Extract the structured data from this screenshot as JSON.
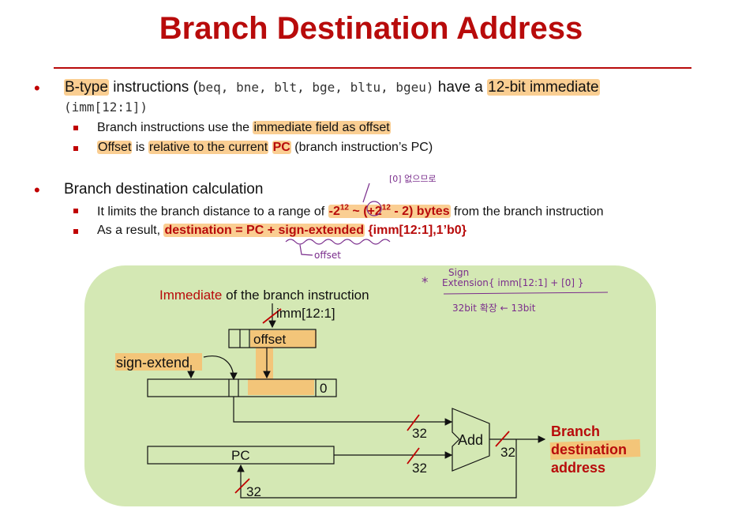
{
  "title": "Branch Destination Address",
  "bullet1": {
    "hl_a": "B-type",
    "text_a": " instructions (",
    "mnemonics": "beq, bne, blt, bge, bltu, bgeu)",
    "text_b": " have a ",
    "hl_b": "12-bit immediate",
    "line2": "(imm[12:1])",
    "sub1": {
      "text_a": "Branch instructions use the ",
      "hl": "immediate field as offset"
    },
    "sub2": {
      "hl_a": "Offset",
      "text_a": " is ",
      "hl_b": "relative to the current",
      "red": "PC",
      "text_b": " (branch instruction’s PC)"
    }
  },
  "bullet2": {
    "text": "Branch destination calculation",
    "sub1": {
      "text_a": "It limits the branch distance to a range of ",
      "range_a": "-2",
      "exp_a": "12",
      "range_b": " ~ (+2",
      "exp_b": "12",
      "range_c": " - 2) bytes",
      "text_b": " from the branch instruction"
    },
    "sub2": {
      "text_a": "As a result, ",
      "formula": "destination = PC + sign-extended",
      "formula_tail": " {imm[12:1],1’b0}"
    }
  },
  "annotations": {
    "zero_note": "[0] 없으므로",
    "offset_note": "offset",
    "sign_note": "Sign",
    "ext_note": "Extension{ imm[12:1] + [0] }",
    "bit32_note": "32bit 확장 ←  13bit",
    "star": "*"
  },
  "diagram": {
    "caption_a": "Immediate",
    "caption_b": " of the branch instruction",
    "imm_label": "imm[12:1]",
    "offset_label": "offset",
    "sign_extend_label": "sign-extend",
    "zero_label": "0",
    "pc_label": "PC",
    "add_label": "Add",
    "width_top": "32",
    "width_mid": "32",
    "width_out": "32",
    "width_bottom": "32",
    "result_line1": "Branch",
    "result_line2": "destination",
    "result_line3": "address"
  },
  "colors": {
    "accent": "#b80b0b",
    "highlight": "#f8be6e",
    "panel": "#d4e8b4",
    "note": "#7a2d8c"
  }
}
